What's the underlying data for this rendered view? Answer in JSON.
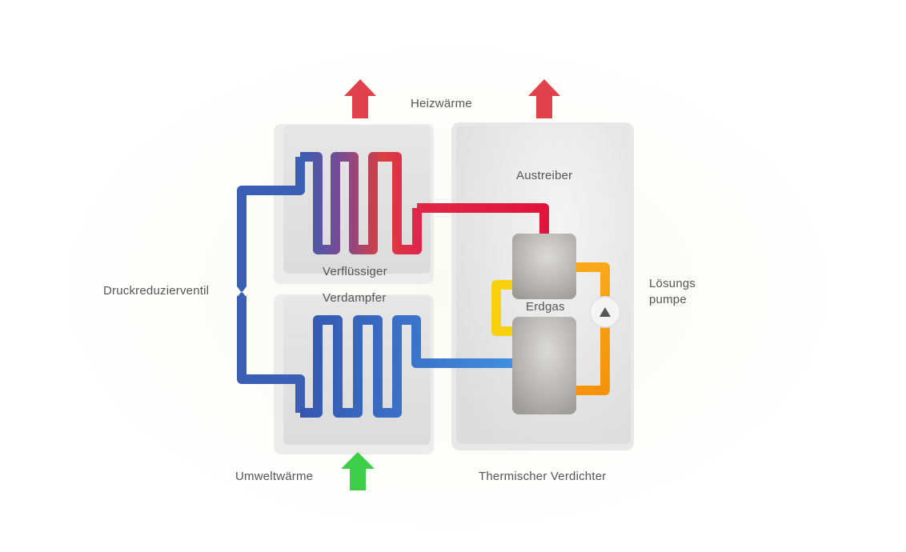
{
  "labels": {
    "heat_out": "Heizwärme",
    "condenser": "Verflüssiger",
    "evaporator": "Verdampfer",
    "desorber": "Austreiber",
    "natural_gas": "Erdgas",
    "pressure_valve": "Druckreduzierventil",
    "solution_pump_line1": "Lösungs",
    "solution_pump_line2": "pumpe",
    "ambient_heat": "Umweltwärme",
    "thermal_compressor": "Thermischer Verdichter"
  },
  "icons": {
    "heat_arrow": "arrow-up-red",
    "ambient_arrow": "arrow-up-green",
    "pump": "pump-triangle"
  },
  "colors": {
    "cold_pipe": "#3a5fb5",
    "evaporator_pipe": "#3f7fd0",
    "warm_pipe": "#d9234a",
    "hot_solution": "#f59e0b",
    "weak_solution": "#f5c518",
    "heat_arrow": "#e0414a",
    "ambient_arrow": "#3ecf4a",
    "panel": "#e3e3e3",
    "vessel": "#b5b2ad"
  }
}
